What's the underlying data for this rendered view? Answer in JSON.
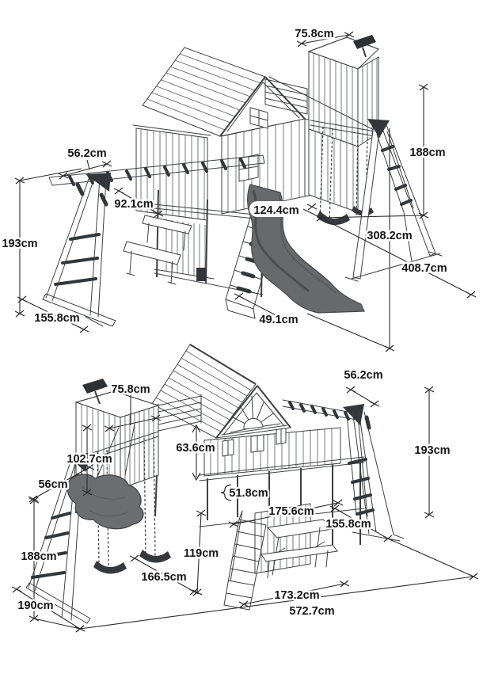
{
  "diagram": {
    "type": "playset-assembly-dimension-drawing",
    "unit": "cm",
    "colors": {
      "background": "#ffffff",
      "line": "#3d3f41",
      "dimension_text": "#141414",
      "slide": "#67696c",
      "swing_seat": "#35383c",
      "fabric_pod": "#6b6e71",
      "telescope": "#2e3134",
      "grip": "#33373b"
    },
    "views": [
      {
        "id": "rear-isometric-view",
        "dims": [
          {
            "id": "monkeybar-overhang",
            "label": "56.2cm"
          },
          {
            "id": "tower-top-width",
            "label": "75.8cm"
          },
          {
            "id": "swing-frame-height",
            "label": "188cm"
          },
          {
            "id": "monkeybar-clearance",
            "label": "92.1cm"
          },
          {
            "id": "monkeybar-frame-height",
            "label": "193cm"
          },
          {
            "id": "monkeybar-base-depth",
            "label": "155.8cm"
          },
          {
            "id": "slide-length",
            "label": "124.4cm"
          },
          {
            "id": "swing-bay-width",
            "label": "308.2cm"
          },
          {
            "id": "overall-length",
            "label": "408.7cm"
          },
          {
            "id": "stair-width",
            "label": "49.1cm"
          }
        ]
      },
      {
        "id": "front-isometric-view",
        "dims": [
          {
            "id": "tower-top-width",
            "label": "75.8cm"
          },
          {
            "id": "tower-wall-height",
            "label": "102.7cm"
          },
          {
            "id": "rail-height",
            "label": "63.6cm"
          },
          {
            "id": "swing-spacing",
            "label": "56cm"
          },
          {
            "id": "deck-rail-height",
            "label": "51.8cm"
          },
          {
            "id": "monkeybar-overhang",
            "label": "56.2cm"
          },
          {
            "id": "monkeybar-frame-height",
            "label": "193cm"
          },
          {
            "id": "house-length",
            "label": "175.6cm"
          },
          {
            "id": "aframe-base-depth",
            "label": "155.8cm"
          },
          {
            "id": "swing-frame-height",
            "label": "188cm"
          },
          {
            "id": "deck-height",
            "label": "119cm"
          },
          {
            "id": "swing-bay-length",
            "label": "166.5cm"
          },
          {
            "id": "swing-base-depth",
            "label": "190cm"
          },
          {
            "id": "stair-side-length",
            "label": "173.2cm"
          },
          {
            "id": "overall-length",
            "label": "572.7cm"
          }
        ]
      }
    ]
  }
}
